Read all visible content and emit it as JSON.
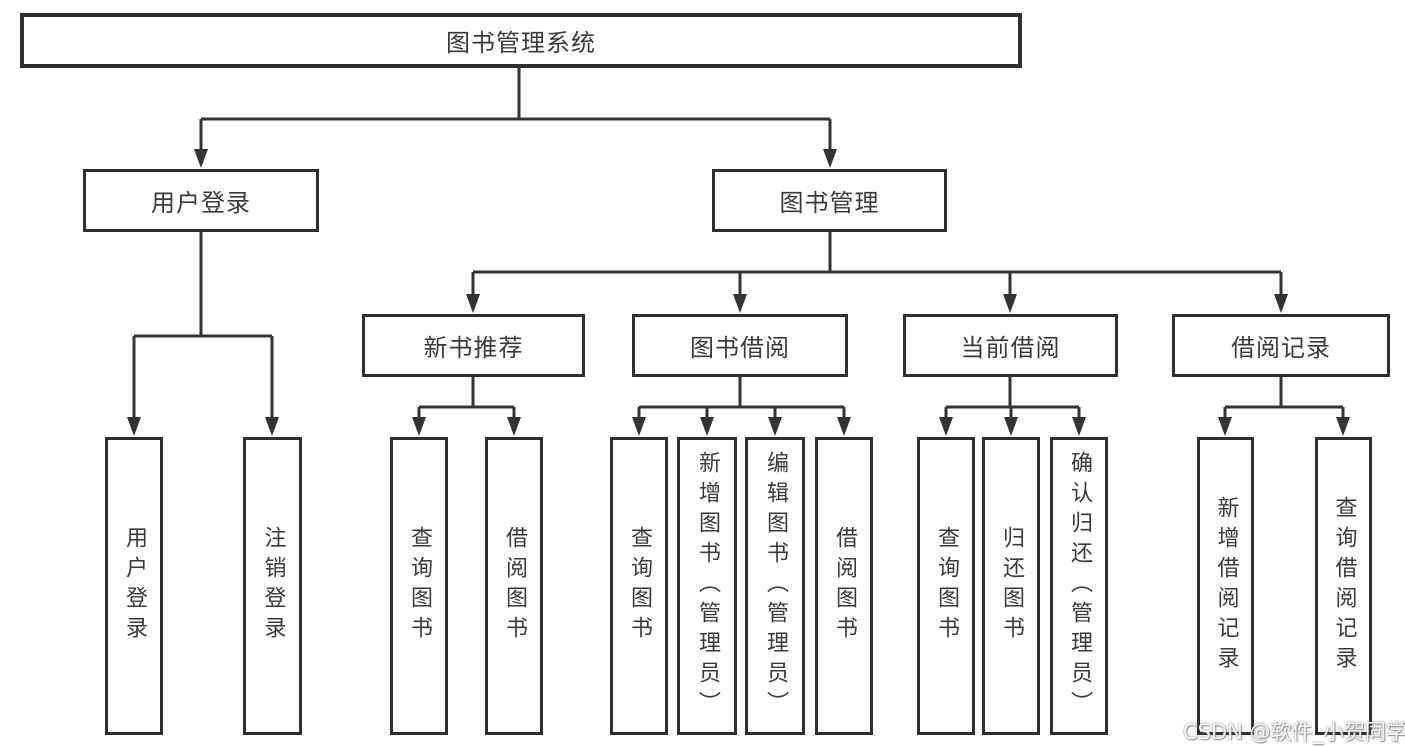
{
  "diagram": {
    "type": "tree",
    "line_color": "#333333",
    "text_color": "#3a3a3a",
    "background": "#ffffff",
    "root": {
      "label": "图书管理系统",
      "children": [
        {
          "label": "用户登录",
          "children": [
            {
              "label": "用户登录"
            },
            {
              "label": "注销登录"
            }
          ]
        },
        {
          "label": "图书管理",
          "children": [
            {
              "label": "新书推荐",
              "children": [
                {
                  "label": "查询图书"
                },
                {
                  "label": "借阅图书"
                }
              ]
            },
            {
              "label": "图书借阅",
              "children": [
                {
                  "label": "查询图书"
                },
                {
                  "label": "新增图书（管理员）"
                },
                {
                  "label": "编辑图书（管理员）"
                },
                {
                  "label": "借阅图书"
                }
              ]
            },
            {
              "label": "当前借阅",
              "children": [
                {
                  "label": "查询图书"
                },
                {
                  "label": "归还图书"
                },
                {
                  "label": "确认归还（管理员）"
                }
              ]
            },
            {
              "label": "借阅记录",
              "children": [
                {
                  "label": "新增借阅记录"
                },
                {
                  "label": "查询借阅记录"
                }
              ]
            }
          ]
        }
      ]
    }
  },
  "watermark": {
    "text": "CSDN @软件_小贺同学"
  }
}
